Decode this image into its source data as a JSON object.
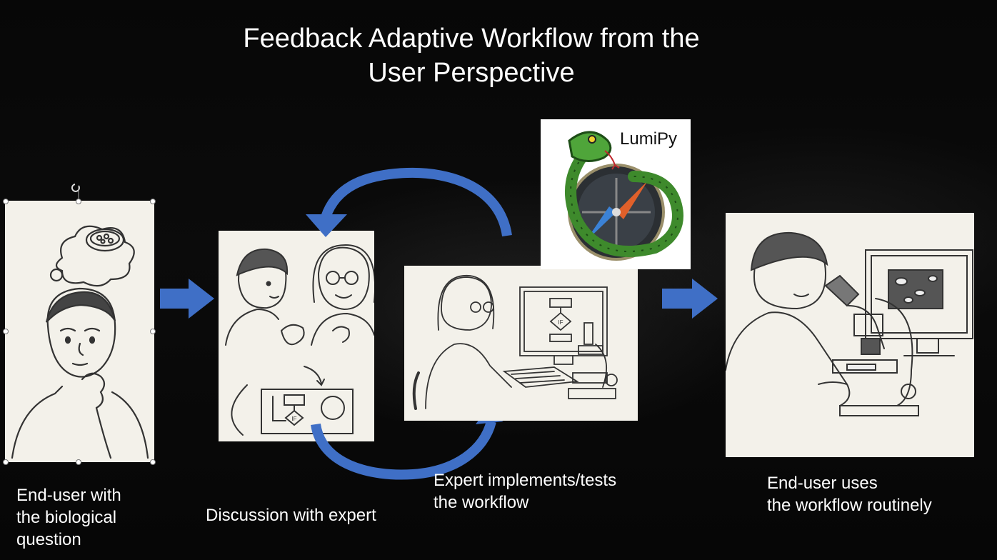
{
  "title": "Feedback Adaptive Workflow from the\nUser Perspective",
  "logo": {
    "text": "LumiPy"
  },
  "steps": [
    {
      "caption": "End-user with\nthe biological\n question"
    },
    {
      "caption": "Discussion with expert"
    },
    {
      "caption": "Expert implements/tests\nthe workflow"
    },
    {
      "caption": "End-user uses\nthe workflow routinely"
    }
  ],
  "panel2_flowchart": {
    "decision": "IF"
  },
  "panel3_flowchart": {
    "decision": "IF"
  },
  "colors": {
    "arrow": "#3f6fc6",
    "background": "#050505",
    "panel": "#f3f1ea"
  }
}
